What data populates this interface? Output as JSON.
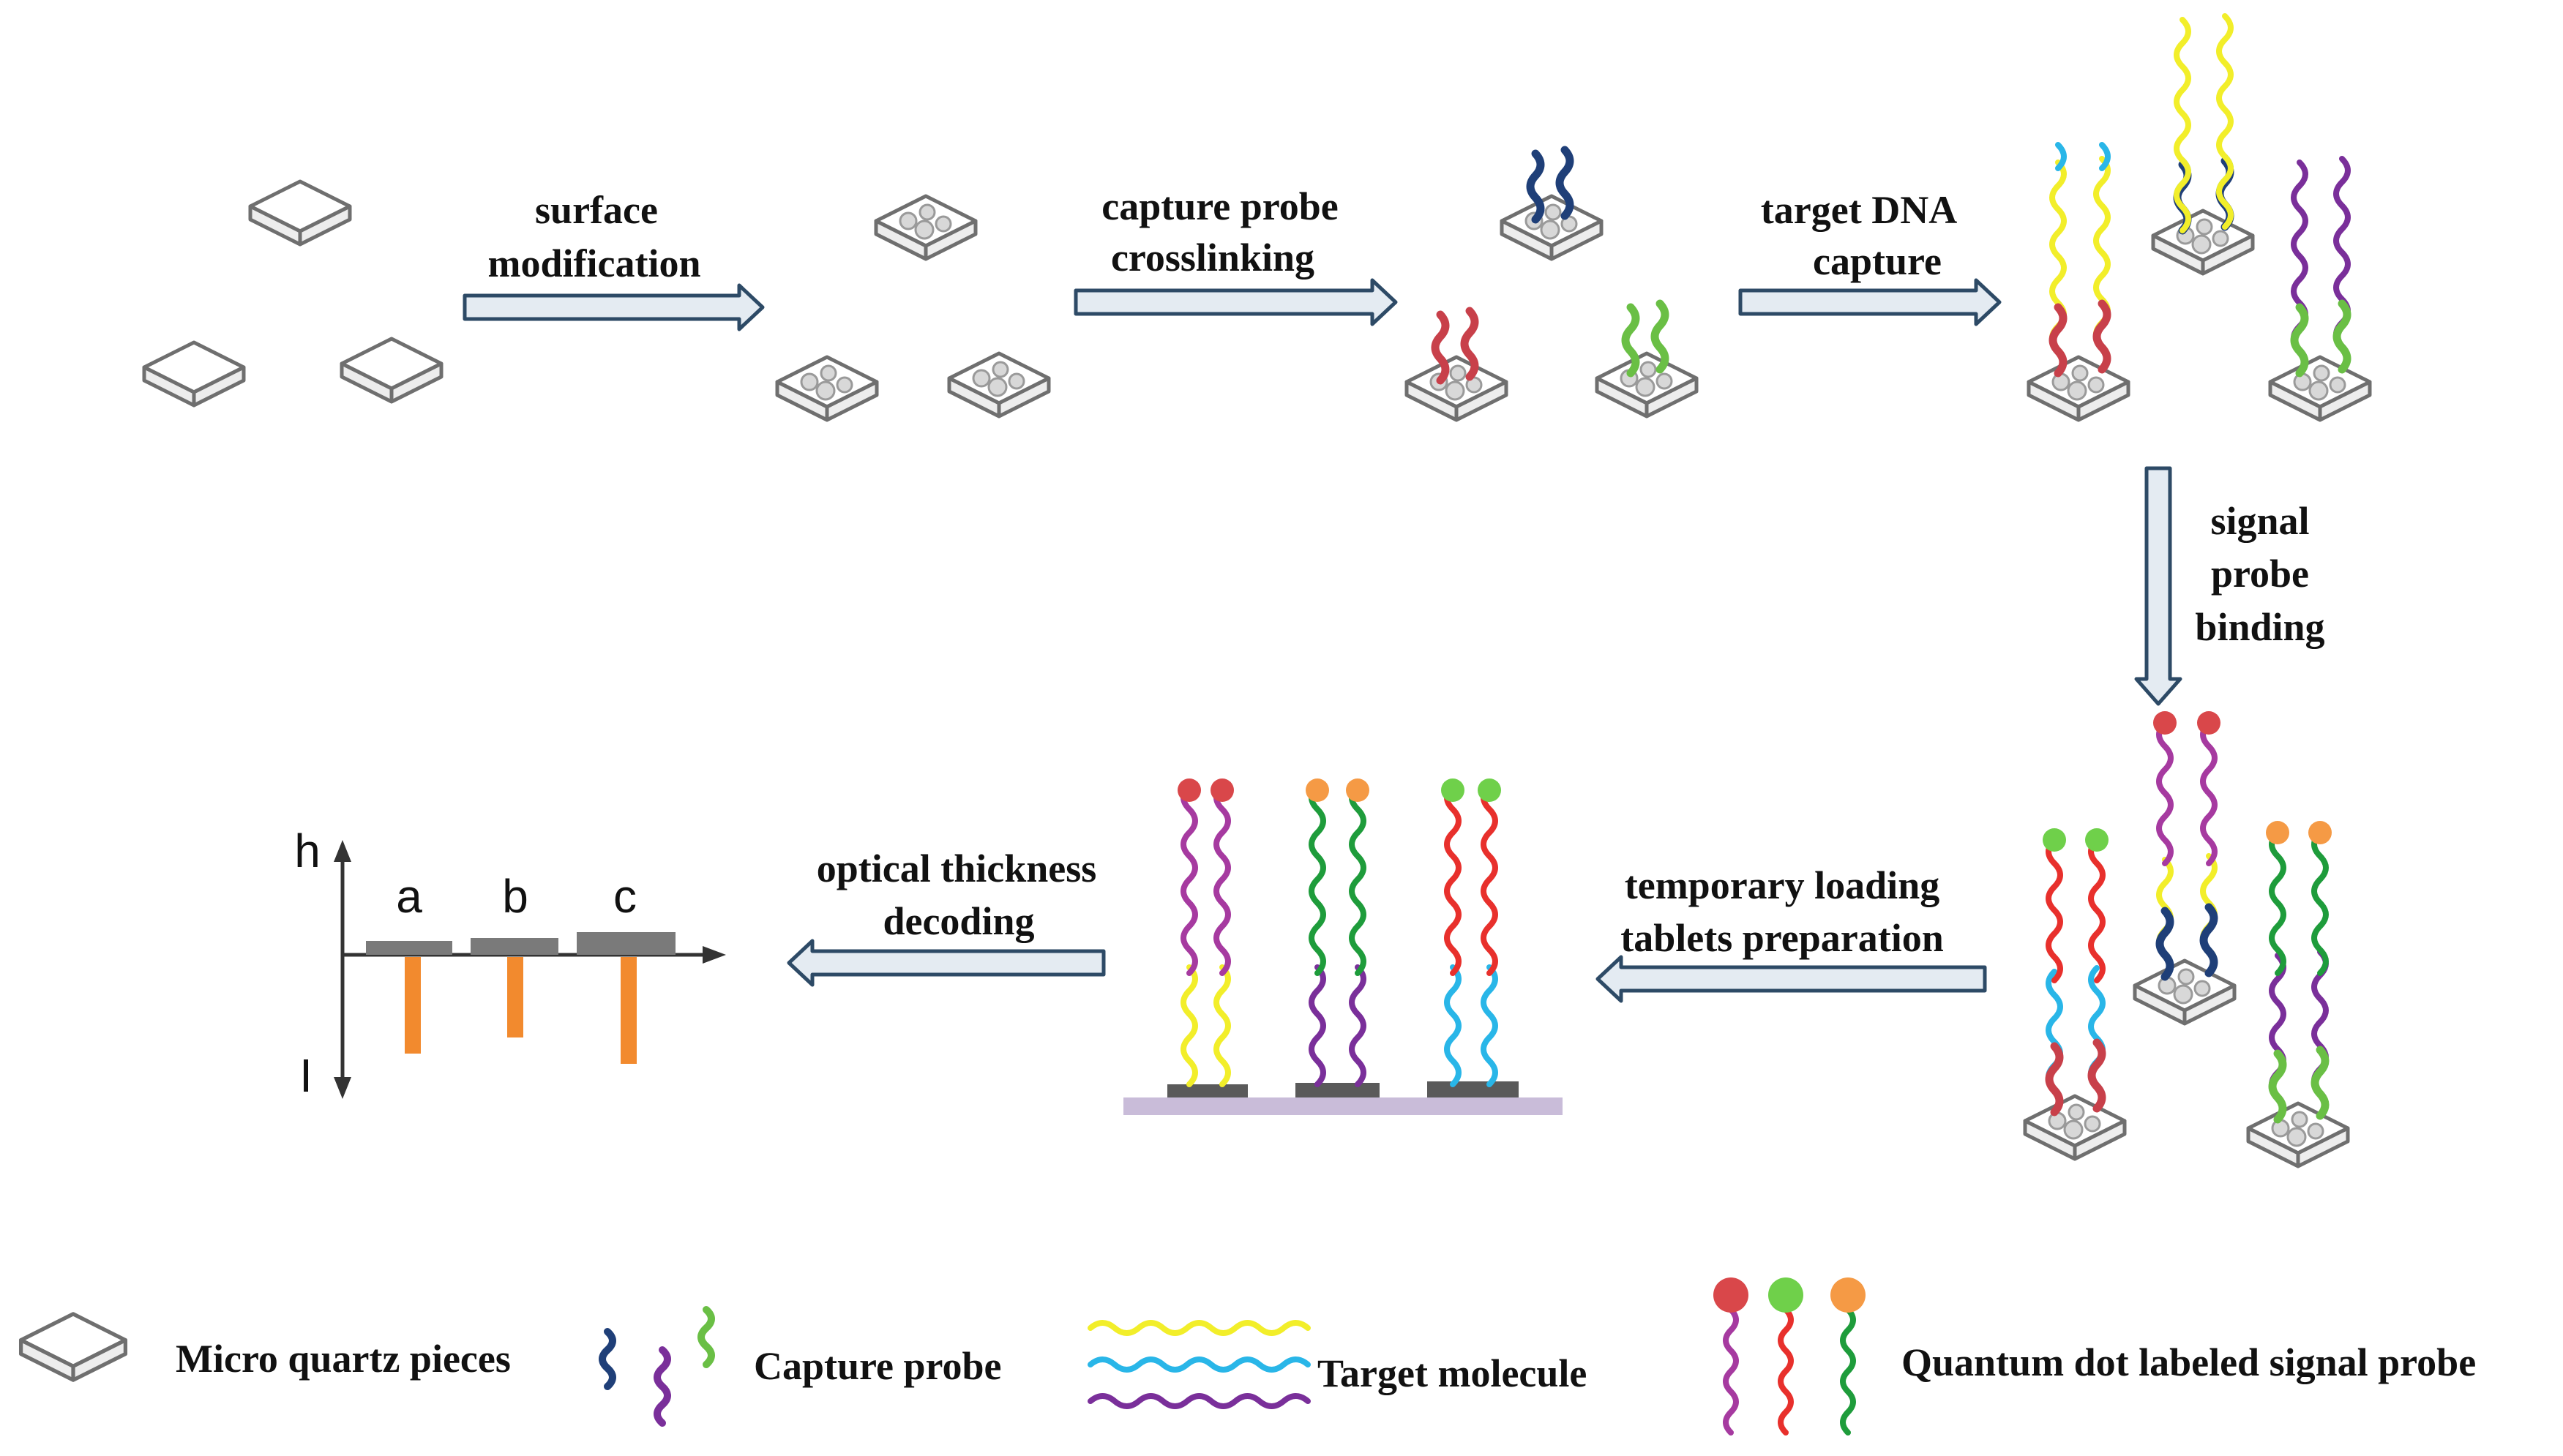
{
  "steps": {
    "surface_modification": [
      "surface",
      "modification"
    ],
    "capture_probe_crosslinking": [
      "capture probe",
      "crosslinking"
    ],
    "target_dna_capture": [
      "target DNA",
      "capture"
    ],
    "signal_probe_binding": [
      "signal",
      "probe",
      "binding"
    ],
    "temporary_loading": [
      "temporary loading",
      "tablets preparation"
    ],
    "optical_thickness": [
      "optical thickness",
      "decoding"
    ]
  },
  "decoding_plot": {
    "y_top": "h",
    "y_bottom": "I",
    "bar_labels": [
      "a",
      "b",
      "c"
    ]
  },
  "legend": {
    "quartz": "Micro quartz pieces",
    "capture": "Capture probe",
    "target": "Target molecule",
    "signal": "Quantum dot labeled signal probe"
  },
  "colors": {
    "capture_probes": [
      "#1f3f78",
      "#c8404a",
      "#6abf45"
    ],
    "target_molecules": [
      "#f2ee2a",
      "#29b6e8",
      "#7a2f9a"
    ],
    "signal_strands": [
      "#a63aa0",
      "#e8302c",
      "#1e9c3b"
    ],
    "quantum_dots": [
      "#d9474a",
      "#6fd04a",
      "#f59a45"
    ],
    "arrow_fill": "#e4ebf2",
    "arrow_stroke": "#2d4a66",
    "bar_orange": "#f28a2e",
    "plate": "#c9bcd9"
  }
}
